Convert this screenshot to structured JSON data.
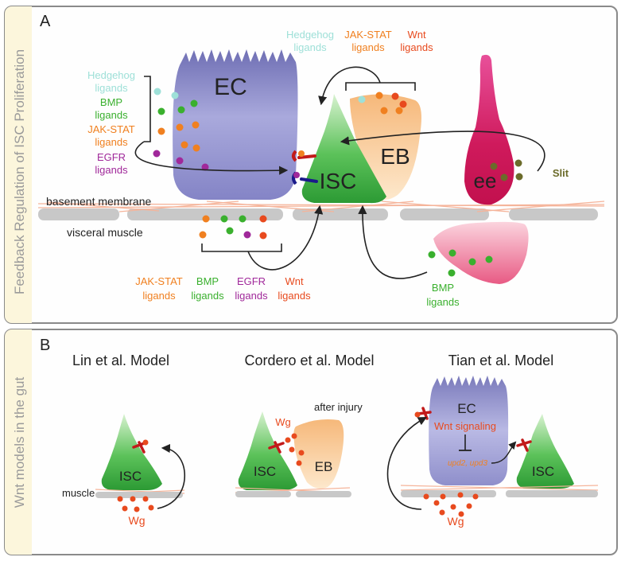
{
  "panel_a": {
    "letter": "A",
    "side_title": "Feedback Regulation of ISC Proliferation",
    "cells": {
      "ec": "EC",
      "eb": "EB",
      "isc": "ISC",
      "ee": "ee"
    },
    "left_ligands": {
      "hedgehog_1": "Hedgehog",
      "hedgehog_2": "ligands",
      "bmp_1": "BMP",
      "bmp_2": "ligands",
      "jakstat_1": "JAK-STAT",
      "jakstat_2": "ligands",
      "egfr_1": "EGFR",
      "egfr_2": "ligands"
    },
    "top_ligands": {
      "hedgehog_1": "Hedgehog",
      "hedgehog_2": "ligands",
      "jakstat_1": "JAK-STAT",
      "jakstat_2": "ligands",
      "wnt_1": "Wnt",
      "wnt_2": "ligands"
    },
    "slit": "Slit",
    "basement_membrane": "basement membrane",
    "visceral_muscle": "visceral muscle",
    "bottom_ligands": {
      "jakstat_1": "JAK-STAT",
      "jakstat_2": "ligands",
      "bmp_1": "BMP",
      "bmp_2": "ligands",
      "egfr_1": "EGFR",
      "egfr_2": "ligands",
      "wnt_1": "Wnt",
      "wnt_2": "ligands"
    },
    "vm_bmp_1": "BMP",
    "vm_bmp_2": "ligands"
  },
  "panel_b": {
    "letter": "B",
    "side_title": "Wnt models in the gut",
    "lin": {
      "title": "Lin et al. Model",
      "isc": "ISC",
      "muscle": "muscle",
      "wg": "Wg"
    },
    "cordero": {
      "title": "Cordero et al. Model",
      "after_injury": "after injury",
      "wg": "Wg",
      "isc": "ISC",
      "eb": "EB"
    },
    "tian": {
      "title": "Tian et al. Model",
      "ec": "EC",
      "wnt_signaling": "Wnt signaling",
      "upd": "upd2, upd3",
      "isc": "ISC",
      "wg": "Wg"
    }
  },
  "colors": {
    "hedgehog": "#9ee0d8",
    "bmp": "#3ab02e",
    "jakstat": "#f08020",
    "egfr": "#a0289a",
    "wnt": "#e84a1e",
    "slit": "#6b6b2a",
    "ec": "#8c8cc8",
    "eb": "#f8c890",
    "isc": "#3aaa3a",
    "ee": "#d01858",
    "muscle_cell": "#e06a8a",
    "frame": "#7a7a7a",
    "side_band": "#fcf6dc"
  }
}
